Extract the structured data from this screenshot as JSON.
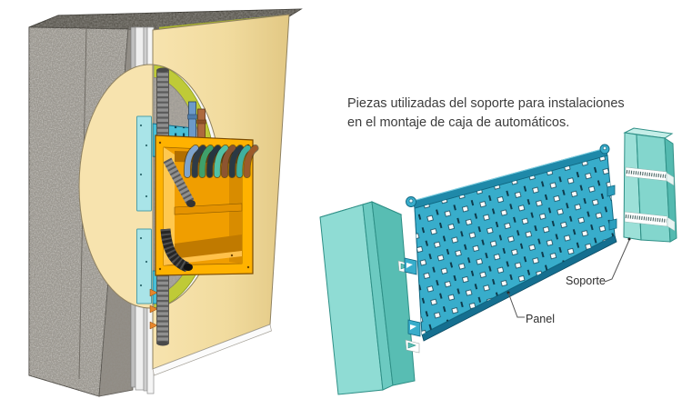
{
  "caption": {
    "line1": "Piezas utilizadas del soporte para instalaciones",
    "line2": "en el montaje de caja de automáticos."
  },
  "labels": {
    "panel": "Panel",
    "soporte": "Soporte"
  },
  "colors": {
    "background": "#FFFFFF",
    "perforated_panel_teal": "#38ADCB",
    "panel_flange_teal": "#1F89A9",
    "profile_aqua": "#8FDCD4",
    "profile_aqua_shade": "#58BDB3",
    "electrical_box_orange": "#FFB200",
    "wall_board_cream": "#F4DFA4",
    "insulation_green": "#BFCA37",
    "concrete_gray": "#9D9991",
    "metal_rail_gray": "#EFEFEF",
    "leader_line": "#555555",
    "cable_colors": [
      "#7FA4CC",
      "#2E3B47",
      "#3FA06A",
      "#263440",
      "#52C0A5",
      "#8C5430",
      "#2B3944",
      "#3FB0A0",
      "#9C5B2B"
    ]
  }
}
